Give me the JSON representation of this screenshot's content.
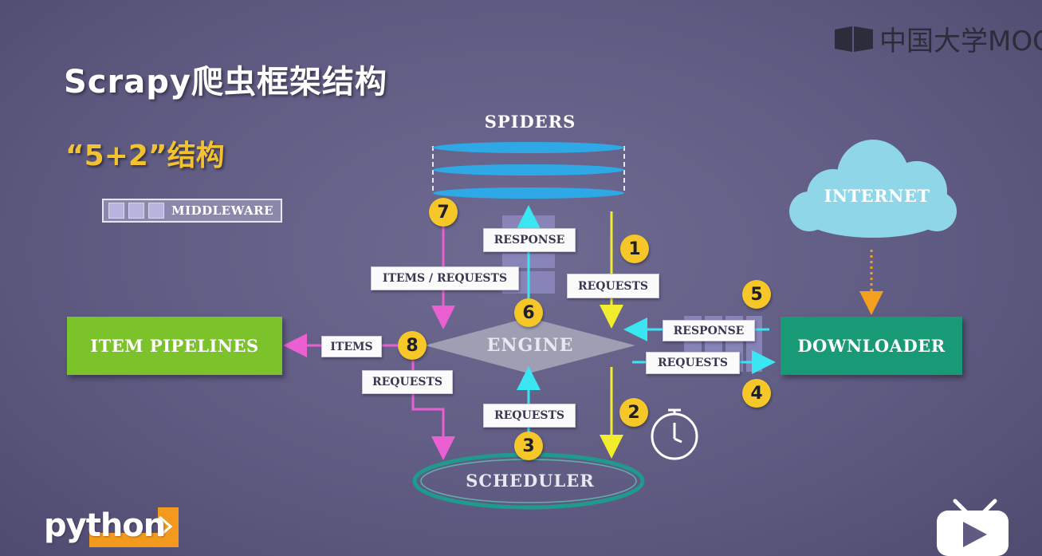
{
  "title": "Scrapy爬虫框架结构",
  "subtitle": "“5+2”结构",
  "brand": "中国大学MOOC",
  "legend_label": "MIDDLEWARE",
  "components": {
    "spiders": "SPIDERS",
    "internet": "INTERNET",
    "item_pipelines": "ITEM PIPELINES",
    "engine": "ENGINE",
    "downloader": "DOWNLOADER",
    "scheduler": "SCHEDULER"
  },
  "edge_labels": {
    "response_top": "RESPONSE",
    "items_requests": "ITEMS / REQUESTS",
    "requests_1": "REQUESTS",
    "response_right": "RESPONSE",
    "requests_4": "REQUESTS",
    "items": "ITEMS",
    "requests_8": "REQUESTS",
    "requests_3": "REQUESTS"
  },
  "step_numbers": {
    "n1": "1",
    "n2": "2",
    "n3": "3",
    "n4": "4",
    "n5": "5",
    "n6": "6",
    "n7": "7",
    "n8": "8"
  },
  "footer_logo": "python",
  "colors": {
    "yellow_arrow": "#f2ee2e",
    "cyan_arrow": "#39e6f2",
    "magenta_arrow": "#ea5fd2",
    "orange_dotted": "#f4a01f",
    "number_badge": "#f5c729",
    "pipelines": "#7cc22a",
    "downloader": "#199a76",
    "spiders_disc": "#2fa8e6",
    "scheduler_ring": "#1f9a8e"
  }
}
